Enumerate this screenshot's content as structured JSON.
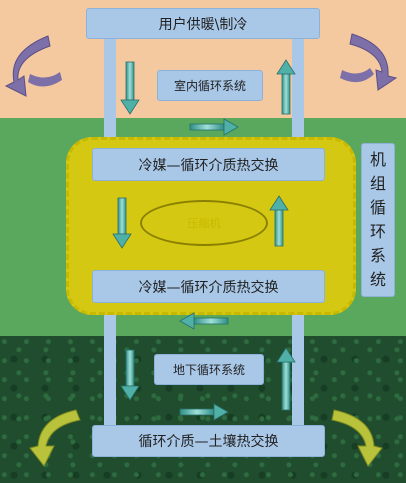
{
  "diagram": {
    "user_box": "用户供暖\\制冷",
    "indoor_loop": "室内循环系统",
    "hx_upper": "冷媒—循环介质热交换",
    "hx_lower": "冷媒—循环介质热交换",
    "compressor": "压缩机",
    "unit_loop_chars": [
      "机",
      "组",
      "循",
      "环",
      "系",
      "统"
    ],
    "ground_loop": "地下循环系统",
    "ground_hx": "循环介质—土壤热交换"
  },
  "colors": {
    "box": "#a9c8e8",
    "arrow": "#4fb0a8",
    "unit": "#d4c812",
    "top_band": "#f5c9a0",
    "mid_band": "#5aa85e",
    "bottom_band": "#1f4d2e"
  }
}
